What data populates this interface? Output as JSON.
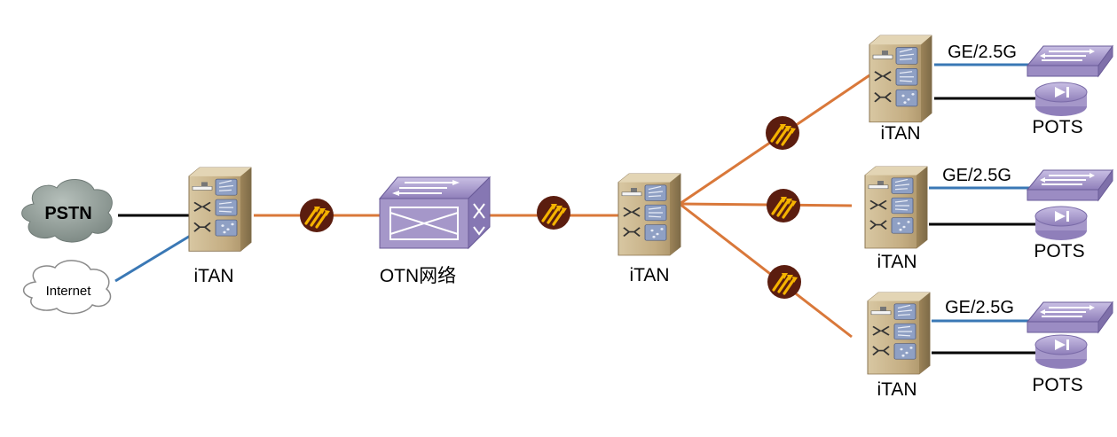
{
  "nodes": {
    "pstn": "PSTN",
    "internet": "Internet",
    "itan_left": "iTAN",
    "otn": "OTN网络",
    "itan_center": "iTAN",
    "itan_top": "iTAN",
    "itan_mid": "iTAN",
    "itan_bottom": "iTAN"
  },
  "branches": {
    "top": {
      "ge_label": "GE/2.5G",
      "pots_label": "POTS"
    },
    "mid": {
      "ge_label": "GE/2.5G",
      "pots_label": "POTS"
    },
    "bottom": {
      "ge_label": "GE/2.5G",
      "pots_label": "POTS"
    }
  },
  "colors": {
    "fiber_link": "#d9783a",
    "ge_link": "#3a78b5",
    "voice_link": "#000000",
    "itan_body": "#c4ad82",
    "purple_device": "#a597c9",
    "pstn_cloud": "#8a9690",
    "optical_symbol": "#5b1d0f"
  },
  "icons": {
    "itan": "itan-device-icon",
    "otn": "otn-cross-connect-icon",
    "optical": "optical-signal-icon",
    "switch": "ethernet-switch-icon",
    "phone": "pots-terminal-icon",
    "pstn": "pstn-cloud-icon",
    "internet": "internet-cloud-icon"
  }
}
